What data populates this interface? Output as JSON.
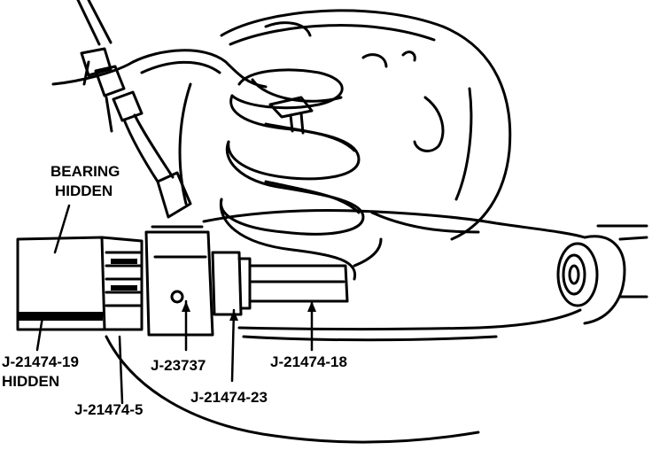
{
  "colors": {
    "ink": "#000000",
    "paper": "#ffffff"
  },
  "labels": {
    "bearing_hidden_1": "BEARING",
    "bearing_hidden_2": "HIDDEN",
    "j19_1": "J-21474-19",
    "j19_2": "HIDDEN",
    "j5": "J-21474-5",
    "j23737": "J-23737",
    "j23": "J-21474-23",
    "j18": "J-21474-18"
  }
}
